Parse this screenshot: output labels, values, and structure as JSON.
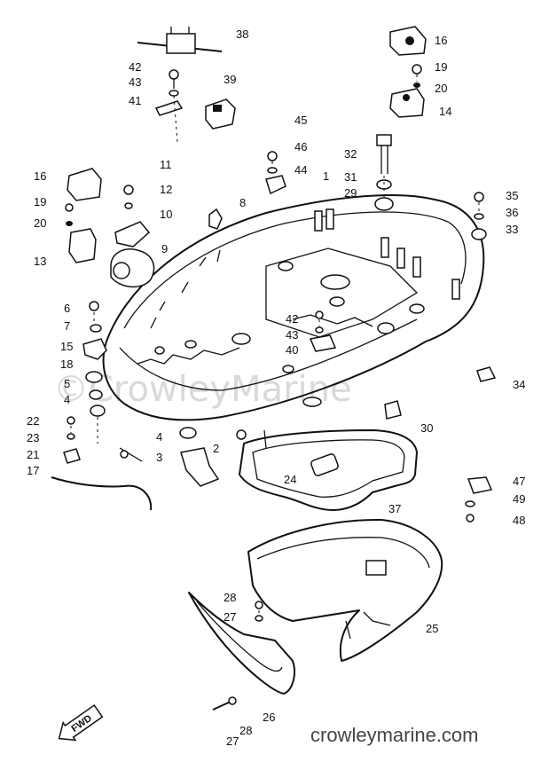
{
  "labels": {
    "l38": "38",
    "l42a": "42",
    "l43a": "43",
    "l41": "41",
    "l39": "39",
    "l16a": "16",
    "l19a": "19",
    "l20a": "20",
    "l14": "14",
    "l45": "45",
    "l46": "46",
    "l44": "44",
    "l1": "1",
    "l32": "32",
    "l31": "31",
    "l29": "29",
    "l11": "11",
    "l12": "12",
    "l10": "10",
    "l8": "8",
    "l9": "9",
    "l16b": "16",
    "l19b": "19",
    "l20b": "20",
    "l13": "13",
    "l35": "35",
    "l36": "36",
    "l33": "33",
    "l6": "6",
    "l7": "7",
    "l15": "15",
    "l18": "18",
    "l5": "5",
    "l4a": "4",
    "l42b": "42",
    "l43b": "43",
    "l40": "40",
    "l34": "34",
    "l30": "30",
    "l22": "22",
    "l23": "23",
    "l21": "21",
    "l17": "17",
    "l4b": "4",
    "l2": "2",
    "l3": "3",
    "l24": "24",
    "l37": "37",
    "l47": "47",
    "l49": "49",
    "l48": "48",
    "l28a": "28",
    "l27a": "27",
    "l25": "25",
    "l26": "26",
    "l27b": "27",
    "l28b": "28"
  },
  "fwd_tag": "FWD",
  "watermark": "©CrowleyMarine",
  "site": "crowleymarine.com"
}
